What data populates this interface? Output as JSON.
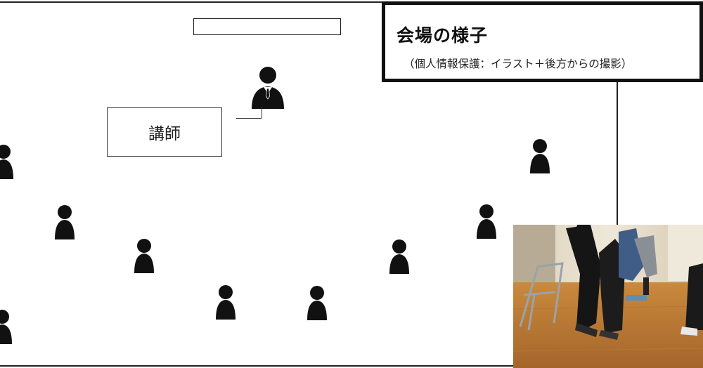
{
  "title": {
    "main": "会場の様子",
    "sub": "（個人情報保護：イラスト＋後方からの撮影）"
  },
  "lecturer_label": "講師",
  "icons": {
    "lecturer": "lecturer-in-suit-icon",
    "participant": "person-icon"
  },
  "photo": {
    "subject": "participants-exercising-photo"
  }
}
